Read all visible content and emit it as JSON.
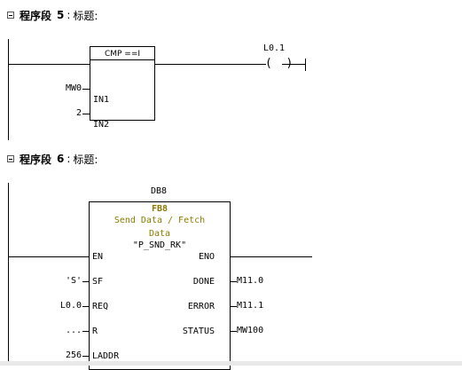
{
  "networks": [
    {
      "label": "程序段",
      "number": "5",
      "separator": ":",
      "title": "标题:",
      "compare": {
        "block_title": "CMP ==I",
        "in1_label": "IN1",
        "in2_label": "IN2",
        "in1_operand": "MW0",
        "in2_operand": "2"
      },
      "coil": {
        "address": "L0.1"
      }
    },
    {
      "label": "程序段",
      "number": "6",
      "separator": ":",
      "title": "标题:",
      "fb_call": {
        "instance_db": "DB8",
        "block_name": "FB8",
        "comment_line1": "Send Data / Fetch",
        "comment_line2": "Data",
        "symbol": "\"P_SND_RK\"",
        "pins_left": [
          {
            "pin": "EN",
            "operand": ""
          },
          {
            "pin": "SF",
            "operand": "'S'"
          },
          {
            "pin": "REQ",
            "operand": "L0.0"
          },
          {
            "pin": "R",
            "operand": "..."
          },
          {
            "pin": "LADDR",
            "operand": "256"
          }
        ],
        "pins_right": [
          {
            "pin": "ENO",
            "operand": ""
          },
          {
            "pin": "DONE",
            "operand": "M11.0"
          },
          {
            "pin": "ERROR",
            "operand": "M11.1"
          },
          {
            "pin": "STATUS",
            "operand": "MW100"
          }
        ]
      }
    }
  ]
}
